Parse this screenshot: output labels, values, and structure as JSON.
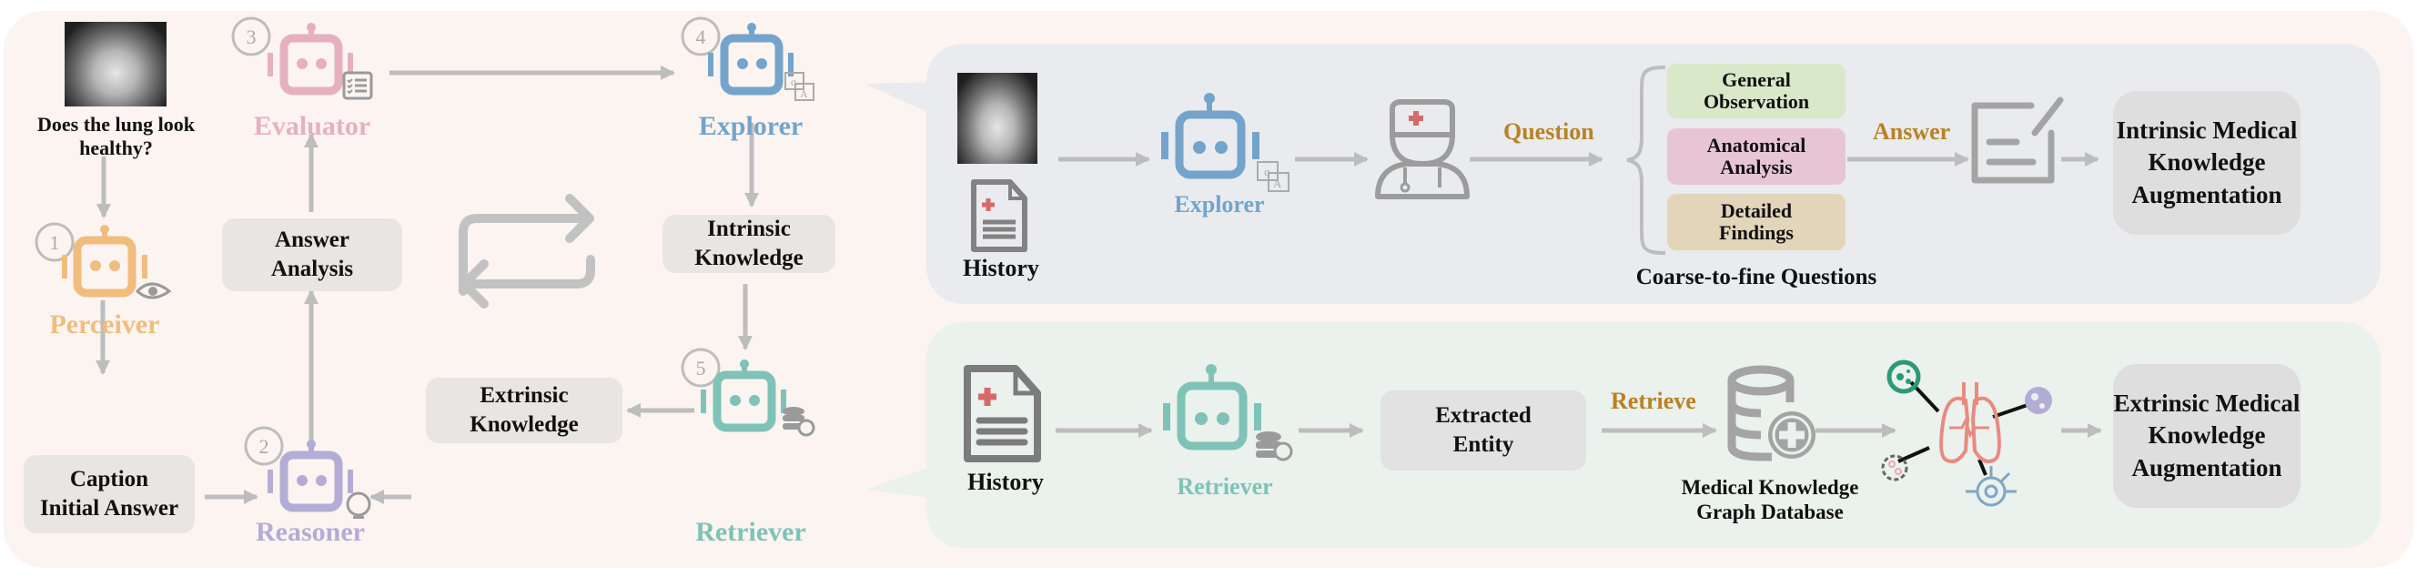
{
  "colors": {
    "perceiver": "#f0bd7e",
    "reasoner": "#b3add5",
    "evaluator": "#e5b1c1",
    "explorer": "#74a4cb",
    "retriever": "#7fc2b7",
    "arrow": "#bdbdbd",
    "label_orange": "#b98226",
    "general_observation": "#d9e8c9",
    "anatomical_analysis": "#e8c5d5",
    "detailed_findings": "#e3d5b9"
  },
  "left": {
    "question": "Does the lung look healthy?",
    "agents": [
      {
        "step": "1",
        "name": "Perceiver",
        "badge_icon": "eye-icon"
      },
      {
        "step": "2",
        "name": "Reasoner",
        "badge_icon": "lightbulb-icon"
      },
      {
        "step": "3",
        "name": "Evaluator",
        "badge_icon": "checklist-icon"
      },
      {
        "step": "4",
        "name": "Explorer",
        "badge_icon": "qa-icon"
      },
      {
        "step": "5",
        "name": "Retriever",
        "badge_icon": "database-search-icon"
      }
    ],
    "boxes": {
      "caption": [
        "Caption",
        "Initial Answer"
      ],
      "answer_analysis": [
        "Answer",
        "Analysis"
      ],
      "intrinsic": [
        "Intrinsic",
        "Knowledge"
      ],
      "extrinsic": [
        "Extrinsic",
        "Knowledge"
      ]
    },
    "loop_icon": "repeat-icon"
  },
  "intrinsic_panel": {
    "history_label": "History",
    "agent_name": "Explorer",
    "question_label": "Question",
    "answer_label": "Answer",
    "questions": [
      {
        "label": [
          "General",
          "Observation"
        ]
      },
      {
        "label": [
          "Anatomical",
          "Analysis"
        ]
      },
      {
        "label": [
          "Detailed",
          "Findings"
        ]
      }
    ],
    "questions_caption": "Coarse-to-fine Questions",
    "output": [
      "Intrinsic Medical",
      "Knowledge",
      "Augmentation"
    ]
  },
  "extrinsic_panel": {
    "history_label": "History",
    "agent_name": "Retriever",
    "entity_box": [
      "Extracted",
      "Entity"
    ],
    "retrieve_label": "Retrieve",
    "db_caption": [
      "Medical Knowledge",
      "Graph Database"
    ],
    "output": [
      "Extrinsic Medical",
      "Knowledge",
      "Augmentation"
    ]
  }
}
